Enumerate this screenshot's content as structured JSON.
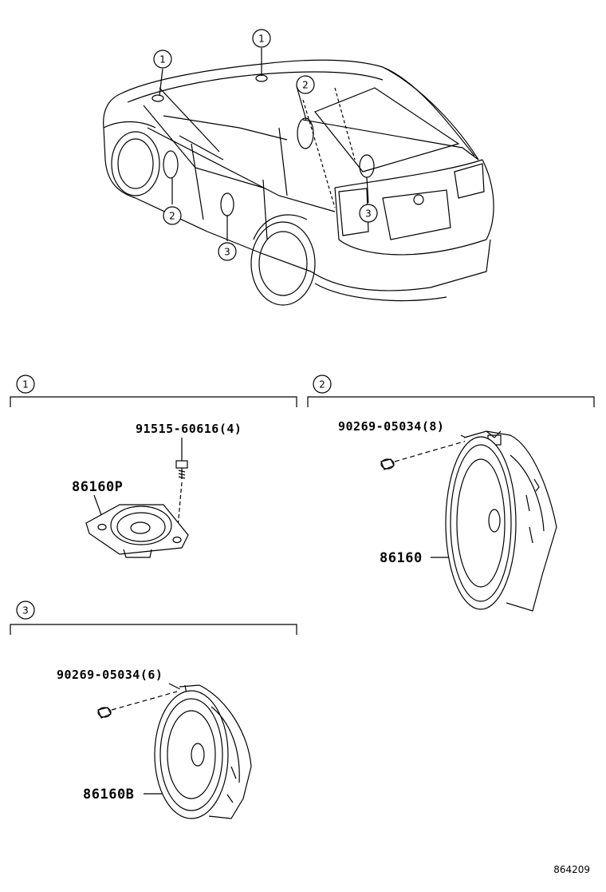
{
  "overview": {
    "callouts": [
      "1",
      "1",
      "2",
      "2",
      "3",
      "3"
    ]
  },
  "sections": [
    {
      "number": "1",
      "parts": [
        {
          "part_no": "91515-60616(4)"
        },
        {
          "part_no": "86160P"
        }
      ]
    },
    {
      "number": "2",
      "parts": [
        {
          "part_no": "90269-05034(8)"
        },
        {
          "part_no": "86160"
        }
      ]
    },
    {
      "number": "3",
      "parts": [
        {
          "part_no": "90269-05034(6)"
        },
        {
          "part_no": "86160B"
        }
      ]
    }
  ],
  "illustration_id": "864209"
}
